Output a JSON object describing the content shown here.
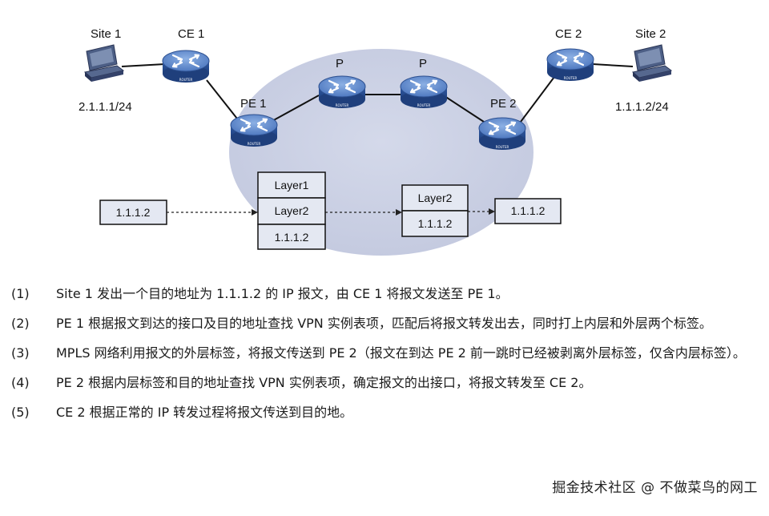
{
  "nodes": {
    "site1": {
      "name": "Site 1",
      "ip": "2.1.1.1/24"
    },
    "site2": {
      "name": "Site 2",
      "ip": "1.1.1.2/24"
    },
    "ce1": "CE 1",
    "ce2": "CE 2",
    "pe1": "PE 1",
    "pe2": "PE 2",
    "p1": "P",
    "p2": "P",
    "router_badge": "ROUTER"
  },
  "packets": {
    "initial": "1.1.1.2",
    "stack_pe1": [
      "Layer1",
      "Layer2",
      "1.1.1.2"
    ],
    "stack_p": [
      "Layer2",
      "1.1.1.2"
    ],
    "final": "1.1.1.2"
  },
  "steps": [
    {
      "num": "(1)",
      "text": "Site 1 发出一个目的地址为 1.1.1.2 的 IP 报文，由 CE 1 将报文发送至 PE 1。"
    },
    {
      "num": "(2)",
      "text": "PE 1 根据报文到达的接口及目的地址查找 VPN 实例表项，匹配后将报文转发出去，同时打上内层和外层两个标签。"
    },
    {
      "num": "(3)",
      "text": "MPLS 网络利用报文的外层标签，将报文传送到 PE 2（报文在到达 PE 2 前一跳时已经被剥离外层标签，仅含内层标签）。"
    },
    {
      "num": "(4)",
      "text": "PE 2 根据内层标签和目的地址查找 VPN 实例表项，确定报文的出接口，将报文转发至 CE 2。"
    },
    {
      "num": "(5)",
      "text": "CE 2 根据正常的 IP 转发过程将报文传送到目的地。"
    }
  ],
  "watermark": "掘金技术社区 @ 不做菜鸟的网工",
  "colors": {
    "cloud": "#c9cfe3",
    "router_body": "#3f67ad",
    "router_top": "#6d92cf",
    "packet_fill": "#e4e8f2",
    "link": "#111111"
  },
  "icons": {
    "router": "router-icon",
    "host": "computer-icon"
  }
}
